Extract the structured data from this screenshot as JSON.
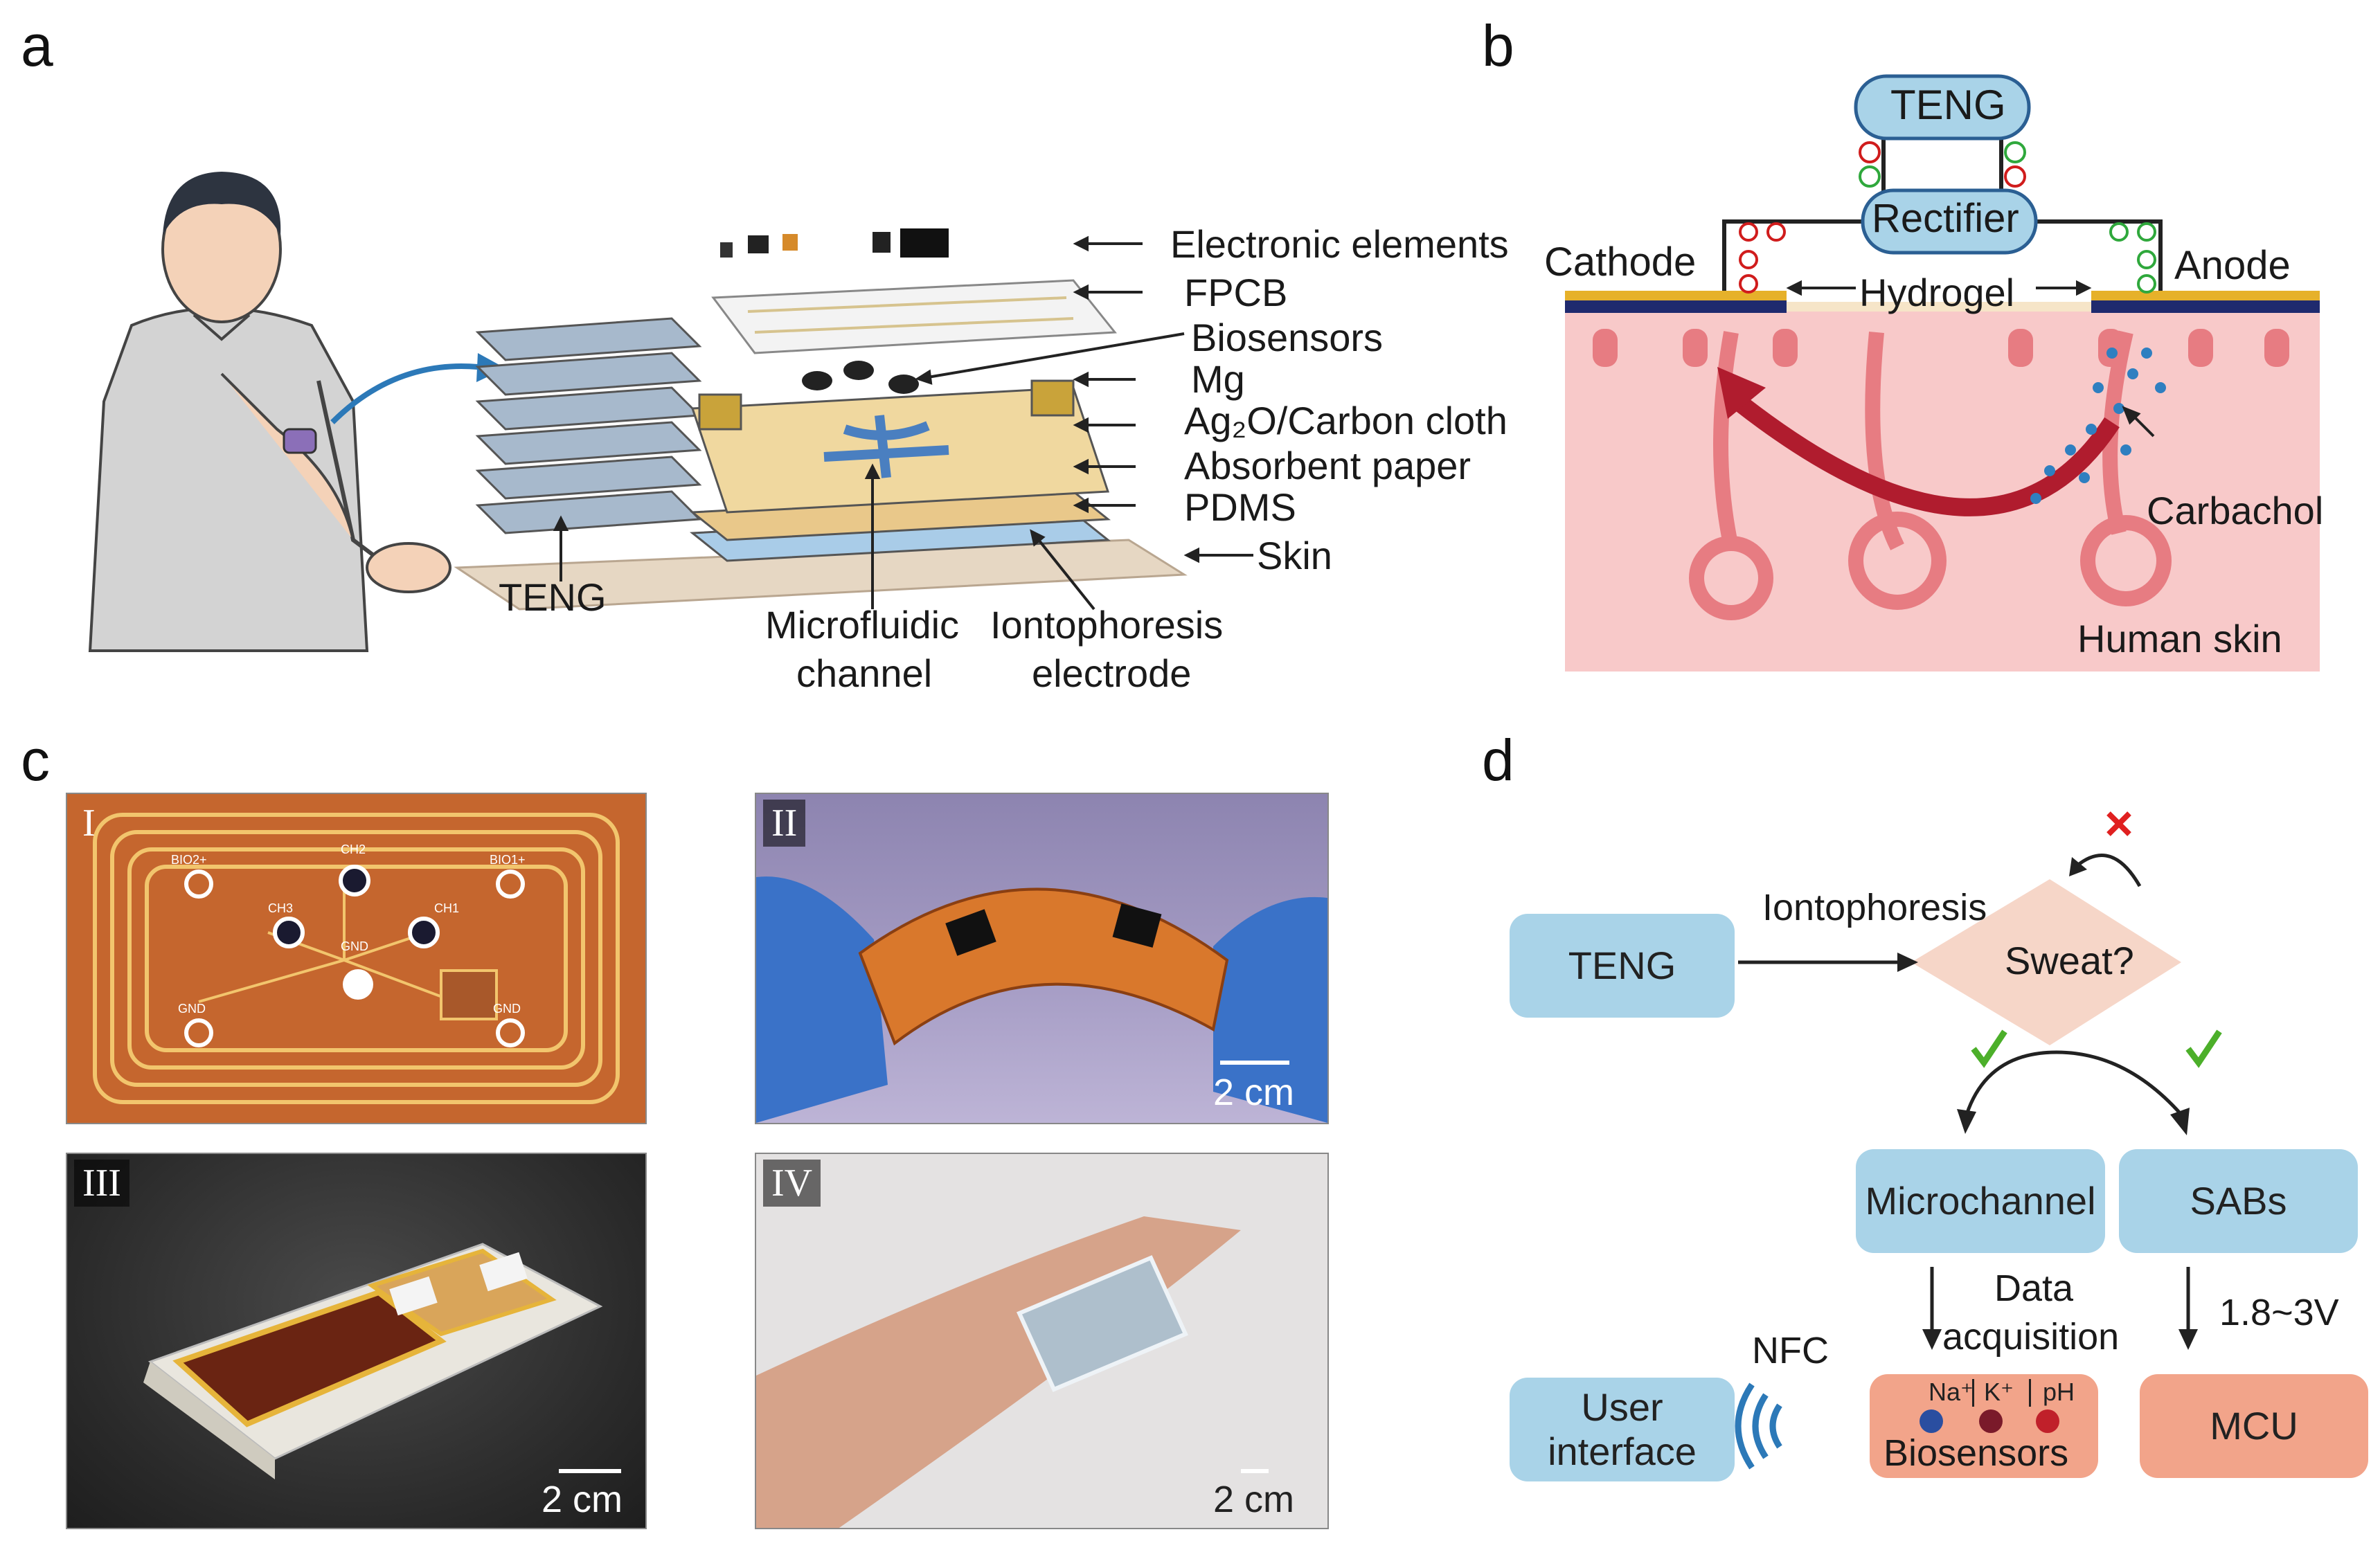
{
  "panels": {
    "a": "a",
    "b": "b",
    "c": "c",
    "d": "d"
  },
  "panel_a": {
    "layers": [
      "Electronic elements",
      "FPCB",
      "Biosensors",
      "Mg",
      "Ag₂O/Carbon cloth",
      "Absorbent paper",
      "PDMS",
      "Skin"
    ],
    "teng": "TENG",
    "microfluidic": [
      "Microfluidic",
      "channel"
    ],
    "iontophoresis": [
      "Iontophoresis",
      "electrode"
    ]
  },
  "panel_b": {
    "teng": "TENG",
    "rectifier": "Rectifier",
    "cathode": "Cathode",
    "anode": "Anode",
    "hydrogel": "Hydrogel",
    "carbachol": "Carbachol",
    "skin": "Human skin"
  },
  "panel_c": {
    "photos": [
      {
        "numeral": "I",
        "scale": ""
      },
      {
        "numeral": "II",
        "scale": "2 cm"
      },
      {
        "numeral": "III",
        "scale": "2 cm"
      },
      {
        "numeral": "IV",
        "scale": "2 cm"
      }
    ],
    "pcb_labels": [
      "BIO2+",
      "CH2",
      "BIO1+",
      "CH3",
      "CH1",
      "GND",
      "GND",
      "GND"
    ]
  },
  "panel_d": {
    "teng": "TENG",
    "iontophoresis": "Iontophoresis",
    "sweat": "Sweat?",
    "microchannel": "Microchannel",
    "sabs": "SABs",
    "data": [
      "Data",
      "acquisition"
    ],
    "voltage": "1.8~3V",
    "nfc": "NFC",
    "user": [
      "User",
      "interface"
    ],
    "ions": [
      "Na⁺",
      "K⁺",
      "pH"
    ],
    "biosensors": "Biosensors",
    "mcu": "MCU",
    "colors": {
      "box_blue": "#a9d3e8",
      "box_salmon": "#f2a48a",
      "diamond": "#f6d6c8",
      "check": "#4caf2a",
      "cross": "#e02020"
    }
  }
}
